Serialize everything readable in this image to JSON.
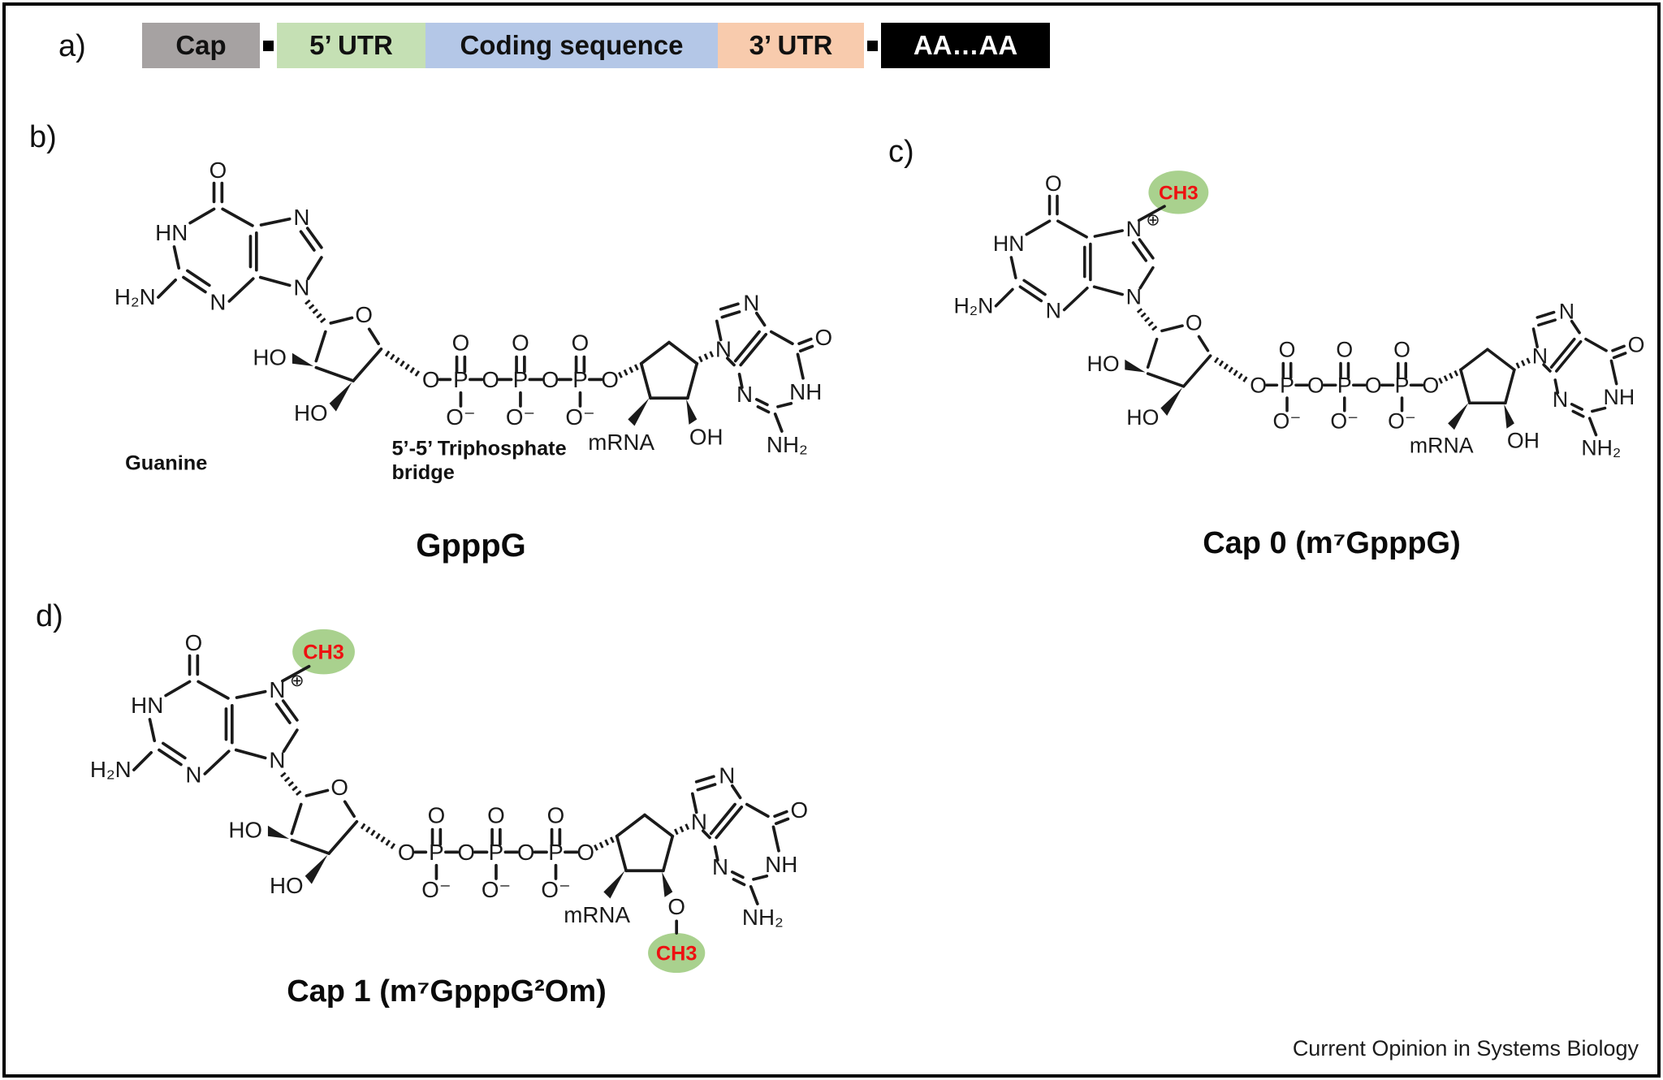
{
  "figure": {
    "panel_a": {
      "label": "a)",
      "segments": [
        {
          "label": "Cap",
          "bg": "#a6a2a2"
        },
        {
          "label": "5’ UTR",
          "bg": "#c5e0b4"
        },
        {
          "label": "Coding sequence",
          "bg": "#b4c7e7"
        },
        {
          "label": "3’ UTR",
          "bg": "#f8cbad"
        },
        {
          "label": "AA…AA",
          "bg": "#000000"
        }
      ]
    },
    "panel_b": {
      "label": "b)",
      "title": "GpppG",
      "annotations": {
        "guanine": "Guanine",
        "bridge_line1": "5’-5’ Triphosphate",
        "bridge_line2": "bridge"
      }
    },
    "panel_c": {
      "label": "c)",
      "title": "Cap 0 (m⁷GpppG)"
    },
    "panel_d": {
      "label": "d)",
      "title": "Cap 1 (m⁷GpppG²Om)"
    },
    "journal": "Current Opinion in Systems Biology"
  },
  "atoms": {
    "O": "O",
    "P": "P",
    "N": "N",
    "HN": "HN",
    "NH": "NH",
    "H2N": "H₂N",
    "NH2": "NH₂",
    "HO": "HO",
    "OH": "OH",
    "O_minus": "O⁻",
    "mRNA": "mRNA",
    "CH3": "CH3",
    "plus": "⊕"
  },
  "colors": {
    "methyl_ellipse": "#a9d18e",
    "methyl_text": "#ee1111"
  }
}
